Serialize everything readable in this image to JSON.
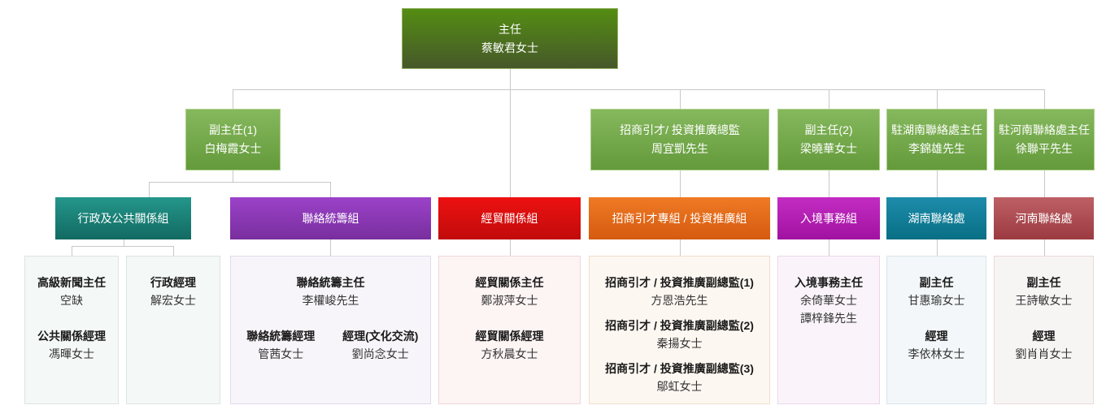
{
  "colors": {
    "root_green": "#4f7d1a",
    "level2_green": "#74a84a",
    "admin_pr_teal": "#1b8a80",
    "liaison_purple": "#8a38b4",
    "trade_red": "#d90f0f",
    "investment_orange": "#e06a1a",
    "immigration_magenta": "#b31cb3",
    "hunan_blue": "#12809b",
    "henan_maroon": "#ad4f55",
    "connector_gray": "#c8c8c8"
  },
  "chart": {
    "root": {
      "title": "主任",
      "person": "蔡敏君女士"
    },
    "level2": [
      {
        "title": "副主任(1)",
        "person": "白梅霞女士"
      },
      {
        "title": "招商引才/ 投資推廣總監",
        "person": "周宜凱先生"
      },
      {
        "title": "副主任(2)",
        "person": "梁曉華女士"
      },
      {
        "title": "駐湖南聯絡處主任",
        "person": "李錦雄先生"
      },
      {
        "title": "駐河南聯絡處主任",
        "person": "徐聯平先生"
      }
    ],
    "groups": [
      {
        "label": "行政及公共關係組"
      },
      {
        "label": "聯絡統籌組"
      },
      {
        "label": "經貿關係組"
      },
      {
        "label": "招商引才專組 / 投資推廣組"
      },
      {
        "label": "入境事務組"
      },
      {
        "label": "湖南聯絡處"
      },
      {
        "label": "河南聯絡處"
      }
    ],
    "details": {
      "admin_box1": {
        "entries": [
          {
            "role": "高級新聞主任",
            "person": "空缺"
          },
          {
            "role": "公共關係經理",
            "person": "馮暉女士"
          }
        ]
      },
      "admin_box2": {
        "entries": [
          {
            "role": "行政經理",
            "person": "解宏女士"
          }
        ]
      },
      "liaison": {
        "head": {
          "role": "聯絡統籌主任",
          "person": "李權峻先生"
        },
        "cols": [
          {
            "role": "聯絡統籌經理",
            "person": "管茜女士"
          },
          {
            "role": "經理(文化交流)",
            "person": "劉尚念女士"
          }
        ]
      },
      "trade": {
        "entries": [
          {
            "role": "經貿關係主任",
            "person": "鄭淑萍女士"
          },
          {
            "role": "經貿關係經理",
            "person": "方秋晨女士"
          }
        ]
      },
      "investment": {
        "entries": [
          {
            "role": "招商引才 / 投資推廣副總監(1)",
            "person": "方恩浩先生"
          },
          {
            "role": "招商引才 / 投資推廣副總監(2)",
            "person": "秦揚女士"
          },
          {
            "role": "招商引才 / 投資推廣副總監(3)",
            "person": "鄔虹女士"
          }
        ]
      },
      "immigration": {
        "role": "入境事務主任",
        "persons": [
          "余倚華女士",
          "譚梓鋒先生"
        ]
      },
      "hunan": {
        "entries": [
          {
            "role": "副主任",
            "person": "甘惠瑜女士"
          },
          {
            "role": "經理",
            "person": "李依林女士"
          }
        ]
      },
      "henan": {
        "entries": [
          {
            "role": "副主任",
            "person": "王詩敏女士"
          },
          {
            "role": "經理",
            "person": "劉肖肖女士"
          }
        ]
      }
    }
  }
}
